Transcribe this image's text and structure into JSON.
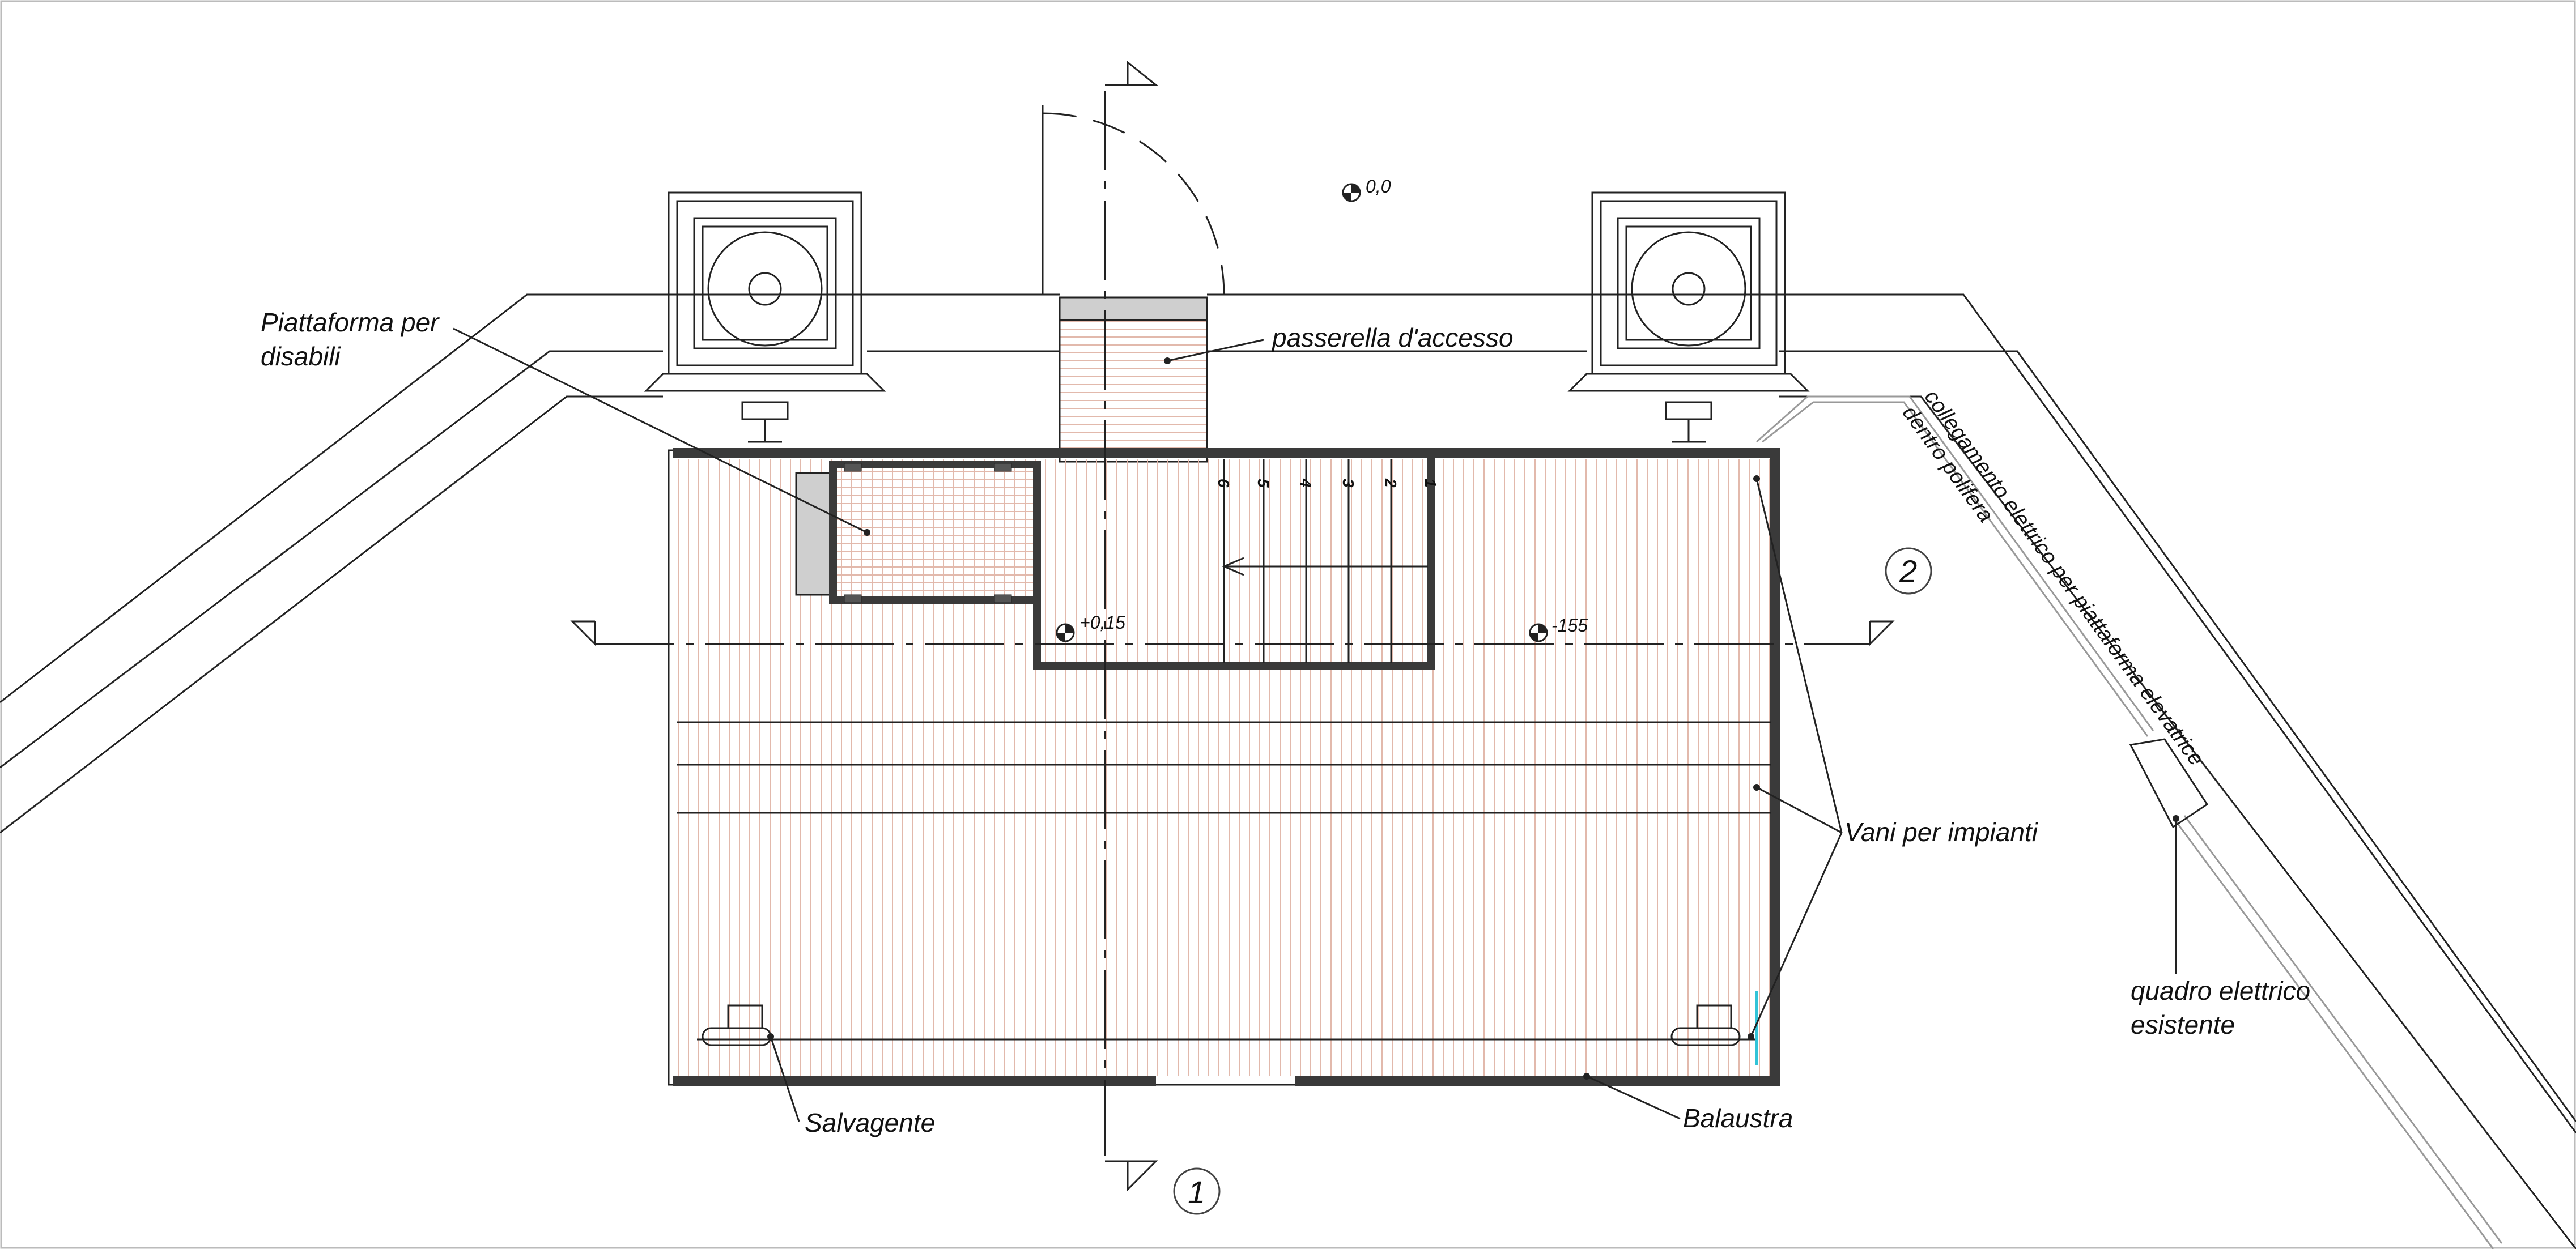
{
  "labels": {
    "piattaforma": [
      "Piattaforma per",
      "disabili"
    ],
    "passerella": "passerella d'accesso",
    "collegamento": [
      "collegamento elettrico per piattaforma elevatrice",
      "dentro polifera"
    ],
    "vani": "Vani per impianti",
    "quadro": [
      "quadro elettrico",
      "esistente"
    ],
    "salvagente": "Salvagente",
    "balaustra": "Balaustra"
  },
  "levels": {
    "top": "0,0",
    "platform": "+0,15",
    "floor": "-155"
  },
  "sections": {
    "vertical": "1",
    "horizontal": "2"
  },
  "steps": [
    "6",
    "5",
    "4",
    "3",
    "2",
    "1"
  ],
  "colors": {
    "wall": "#3a3a3a",
    "line": "#222222",
    "deck_hatch": "#e2b9ac",
    "cyan_mark": "#31c4d8"
  }
}
